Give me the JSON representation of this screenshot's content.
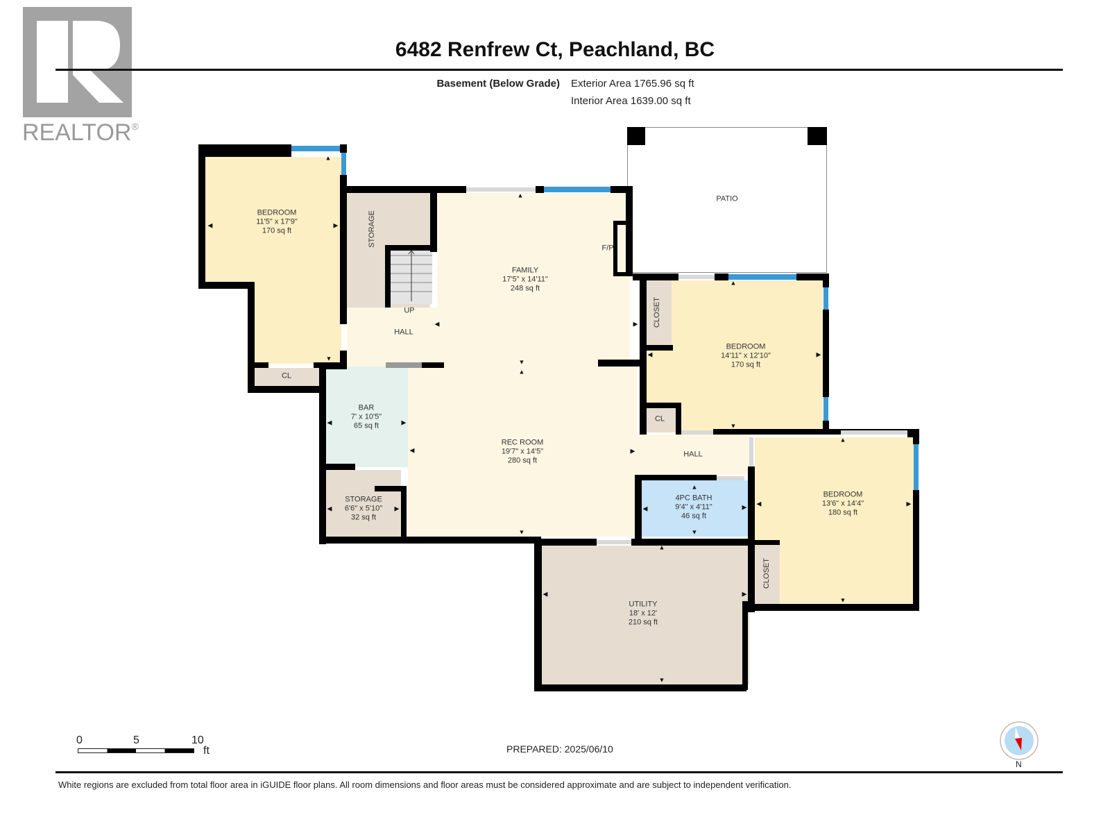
{
  "logo": {
    "name": "REALTOR",
    "reg": "®",
    "icon": "realtor-r-logo"
  },
  "header": {
    "title": "6482 Renfrew Ct, Peachland, BC",
    "level": "Basement (Below Grade)",
    "exterior_area": "Exterior Area 1765.96 sq ft",
    "interior_area": "Interior Area 1639.00 sq ft"
  },
  "colors": {
    "wall": "#000000",
    "window": "#3a9ad6",
    "bedroom": "#fdefc4",
    "living": "#fdf6e3",
    "storage": "#e6ddd0",
    "bar": "#e4f1ec",
    "bath": "#c6e3f7",
    "patio": "#ffffff"
  },
  "rooms": {
    "bedroom1": {
      "name": "BEDROOM",
      "dims": "11'5\" x 17'9\"",
      "area": "170 sq ft"
    },
    "storage1": {
      "name": "STORAGE"
    },
    "stairs": {
      "name": "UP"
    },
    "hall1": {
      "name": "HALL"
    },
    "cl1": {
      "name": "CL"
    },
    "family": {
      "name": "FAMILY",
      "dims": "17'5\" x 14'11\"",
      "area": "248 sq ft"
    },
    "fireplace": {
      "name": "F/P"
    },
    "patio": {
      "name": "PATIO"
    },
    "closet2": {
      "name": "CLOSET"
    },
    "bedroom2": {
      "name": "BEDROOM",
      "dims": "14'11\" x 12'10\"",
      "area": "170 sq ft"
    },
    "cl2": {
      "name": "CL"
    },
    "bar": {
      "name": "BAR",
      "dims": "7' x 10'5\"",
      "area": "65 sq ft"
    },
    "storage2": {
      "name": "STORAGE",
      "dims": "6'6\" x 5'10\"",
      "area": "32 sq ft"
    },
    "rec": {
      "name": "REC ROOM",
      "dims": "19'7\" x 14'5\"",
      "area": "280 sq ft"
    },
    "hall2": {
      "name": "HALL"
    },
    "bath": {
      "name": "4PC BATH",
      "dims": "9'4\" x 4'11\"",
      "area": "46 sq ft"
    },
    "bedroom3": {
      "name": "BEDROOM",
      "dims": "13'6\" x 14'4\"",
      "area": "180 sq ft"
    },
    "closet3": {
      "name": "CLOSET"
    },
    "utility": {
      "name": "UTILITY",
      "dims": "18' x 12'",
      "area": "210 sq ft"
    }
  },
  "scale_bar": {
    "ticks": [
      "0",
      "5",
      "10"
    ],
    "unit": "ft"
  },
  "prepared": "PREPARED: 2025/06/10",
  "compass": {
    "label": "N",
    "icon": "compass-icon"
  },
  "footer": "White regions are excluded from total floor area in iGUIDE floor plans. All room dimensions and floor areas must be considered approximate and are subject to independent verification."
}
